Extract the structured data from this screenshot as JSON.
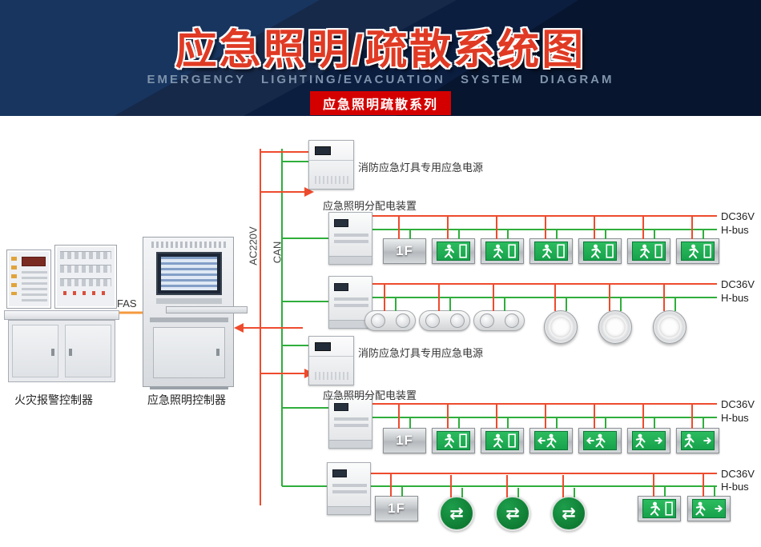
{
  "header": {
    "title": "应急照明/疏散系统图",
    "subtitle": "EMERGENCY LIGHTING/EVACUATION SYSTEM DIAGRAM",
    "series_banner": "应急照明疏散系列"
  },
  "labels": {
    "fas": "FAS",
    "ac220v": "AC220V",
    "can": "CAN",
    "dc36v": "DC36V",
    "hbus": "H-bus",
    "fire_alarm_controller": "火灾报警控制器",
    "emergency_lighting_controller": "应急照明控制器",
    "emergency_power": "消防应急灯具专用应急电源",
    "distribution_device": "应急照明分配电装置",
    "floor": "1F"
  },
  "icons": {
    "double_arrow": "⇄"
  },
  "colors": {
    "line_red": "#ee4b2d",
    "line_green": "#2fae3c",
    "fas_orange": "#f59a3e",
    "banner_red": "#d40000",
    "title_red": "#e03a24",
    "header_navy": "#0b1e40",
    "sign_green": "#17a24b",
    "circle_green": "#0e7a32"
  },
  "branches": [
    {
      "devices": [
        "floor-sign",
        "exit-sign",
        "exit-sign",
        "exit-sign",
        "exit-sign",
        "exit-sign",
        "exit-sign"
      ]
    },
    {
      "devices": [
        "twin-light",
        "twin-light",
        "twin-light",
        "downlight",
        "downlight",
        "downlight"
      ]
    },
    {
      "devices": [
        "floor-sign",
        "exit-sign",
        "exit-sign",
        "exit-left-sign",
        "exit-left-sign",
        "exit-right-sign",
        "exit-right-sign"
      ]
    },
    {
      "devices": [
        "floor-sign",
        "circle-sign",
        "circle-sign",
        "circle-sign",
        "exit-sign",
        "exit-right-sign"
      ]
    }
  ]
}
